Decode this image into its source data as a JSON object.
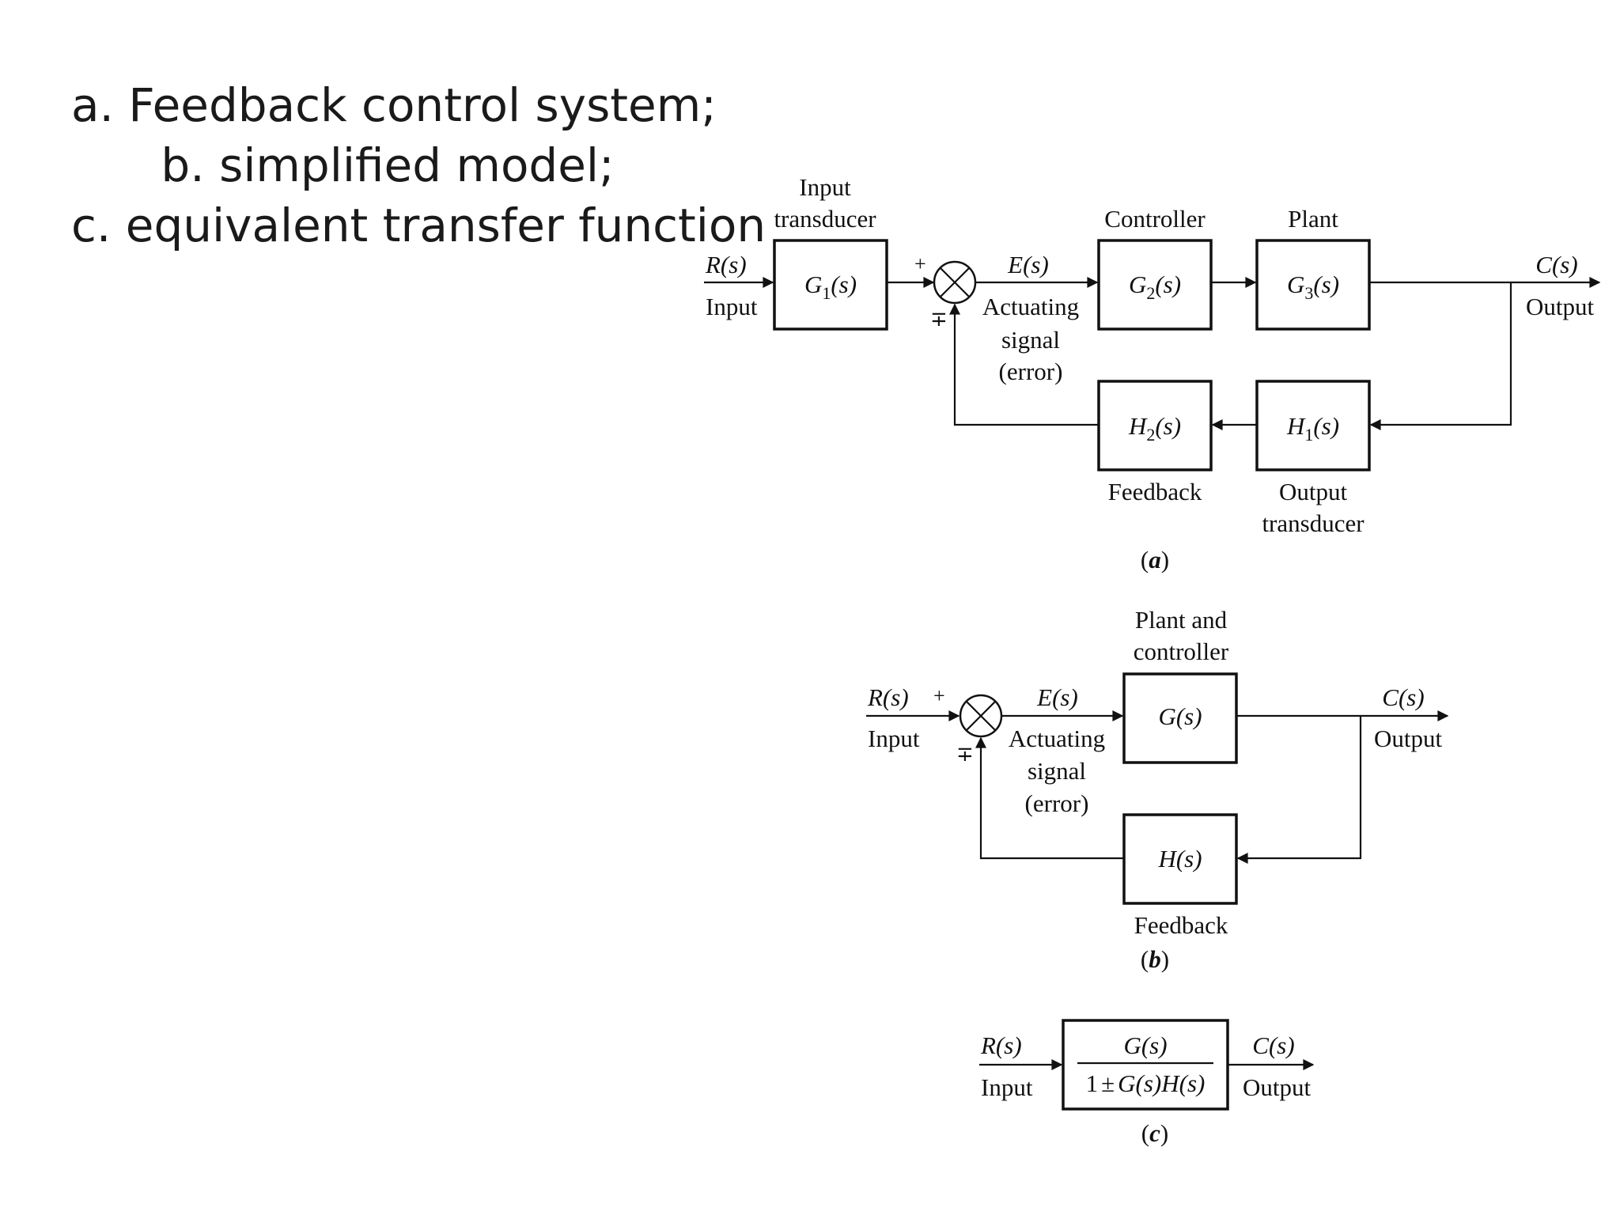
{
  "caption": {
    "line_a": "a. Feedback control system;",
    "line_b": "b. simplified model;",
    "line_c": "c. equivalent transfer function"
  },
  "common": {
    "input_signal": "R(s)",
    "input_label": "Input",
    "output_signal": "C(s)",
    "output_label": "Output",
    "error_signal": "E(s)",
    "actuating_1": "Actuating",
    "actuating_2": "signal",
    "actuating_3": "(error)",
    "plus": "+",
    "minus_plus": "∓",
    "plus_minus": "±"
  },
  "diagram_a": {
    "tag": "a",
    "input_transducer_1": "Input",
    "input_transducer_2": "transducer",
    "controller": "Controller",
    "plant": "Plant",
    "feedback": "Feedback",
    "output_transducer_1": "Output",
    "output_transducer_2": "transducer",
    "g1": "G",
    "g1_sub": "1",
    "g2": "G",
    "g2_sub": "2",
    "g3": "G",
    "g3_sub": "3",
    "h1": "H",
    "h1_sub": "1",
    "h2": "H",
    "h2_sub": "2",
    "of_s": "(s)"
  },
  "diagram_b": {
    "tag": "b",
    "plant_controller_1": "Plant and",
    "plant_controller_2": "controller",
    "g": "G(s)",
    "h": "H(s)",
    "feedback": "Feedback"
  },
  "diagram_c": {
    "tag": "c",
    "numerator": "G(s)",
    "denominator_1": "1",
    "denominator_2": "G(s)H(s)"
  }
}
